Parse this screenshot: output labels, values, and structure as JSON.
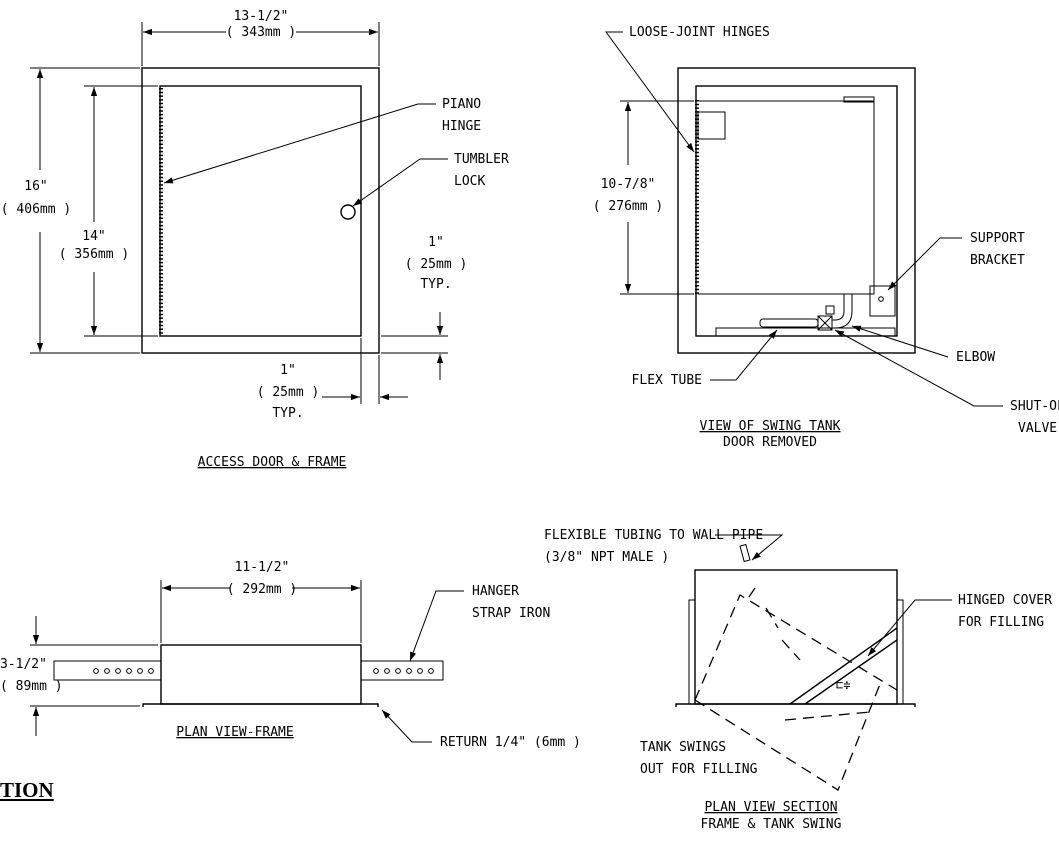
{
  "access_door": {
    "dim_width": "13-1/2\"",
    "dim_width_mm": "( 343mm )",
    "dim_height": "16\"",
    "dim_height_mm": "( 406mm )",
    "dim_door_height": "14\"",
    "dim_door_height_mm": "( 356mm )",
    "piano_hinge_1": "PIANO",
    "piano_hinge_2": "HINGE",
    "tumbler_lock_1": "TUMBLER",
    "tumbler_lock_2": "LOCK",
    "typ_right_1": "1\"",
    "typ_right_2": "( 25mm )",
    "typ_right_3": "TYP.",
    "typ_bottom_1": "1\"",
    "typ_bottom_2": "( 25mm )",
    "typ_bottom_3": "TYP.",
    "caption": "ACCESS DOOR & FRAME"
  },
  "swing_tank": {
    "loose_joint": "LOOSE-JOINT HINGES",
    "dim_height": "10-7/8\"",
    "dim_height_mm": "( 276mm )",
    "support_1": "SUPPORT",
    "support_2": "BRACKET",
    "elbow": "ELBOW",
    "flex_tube": "FLEX TUBE",
    "shutoff_1": "SHUT-OFF",
    "shutoff_2": "VALVE",
    "caption_1": "VIEW OF SWING TANK",
    "caption_2": "DOOR REMOVED"
  },
  "plan_frame": {
    "dim_width": "11-1/2\"",
    "dim_width_mm": "( 292mm )",
    "dim_depth": "3-1/2\"",
    "dim_depth_mm": "( 89mm )",
    "hanger_1": "HANGER",
    "hanger_2": "STRAP IRON",
    "return": "RETURN 1/4\" (6mm )",
    "caption": "PLAN VIEW-FRAME"
  },
  "plan_section": {
    "tubing_1": "FLEXIBLE TUBING TO WALL PIPE",
    "tubing_2": "(3/8\" NPT MALE )",
    "hinged_1": "HINGED COVER",
    "hinged_2": "FOR FILLING",
    "tank_1": "TANK SWINGS",
    "tank_2": "OUT FOR FILLING",
    "caption_1": "PLAN VIEW SECTION",
    "caption_2": "FRAME & TANK SWING"
  },
  "heading": "TION"
}
